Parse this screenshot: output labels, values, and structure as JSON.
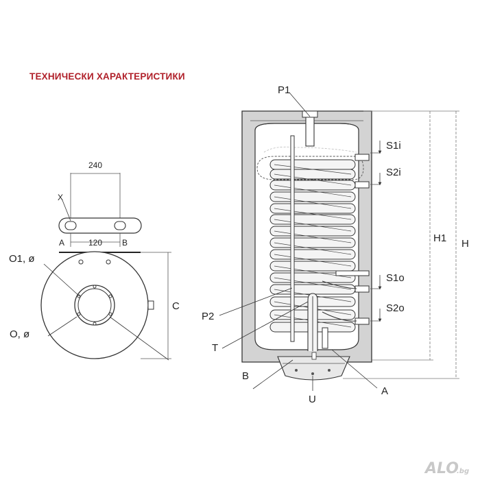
{
  "title": "ТЕХНИЧЕСКИ ХАРАКТЕРИСТИКИ",
  "labels": {
    "dim_240": "240",
    "dim_120": "120",
    "x": "X",
    "a_left": "A",
    "b_left": "B",
    "o1": "O1, ø",
    "o": "O, ø",
    "c": "C",
    "p1": "P1",
    "s1i": "S1i",
    "s2i": "S2i",
    "s1o": "S1o",
    "s2o": "S2o",
    "h1": "H1",
    "h": "H",
    "p2": "P2",
    "t": "T",
    "b_right": "B",
    "u": "U",
    "a_right": "A"
  },
  "watermark": {
    "text": "ALO",
    "suffix": ".bg"
  },
  "colors": {
    "title": "#b0202a",
    "line": "#333333",
    "insulation": "#d0d0d0",
    "coil": "#f4f4f4"
  }
}
